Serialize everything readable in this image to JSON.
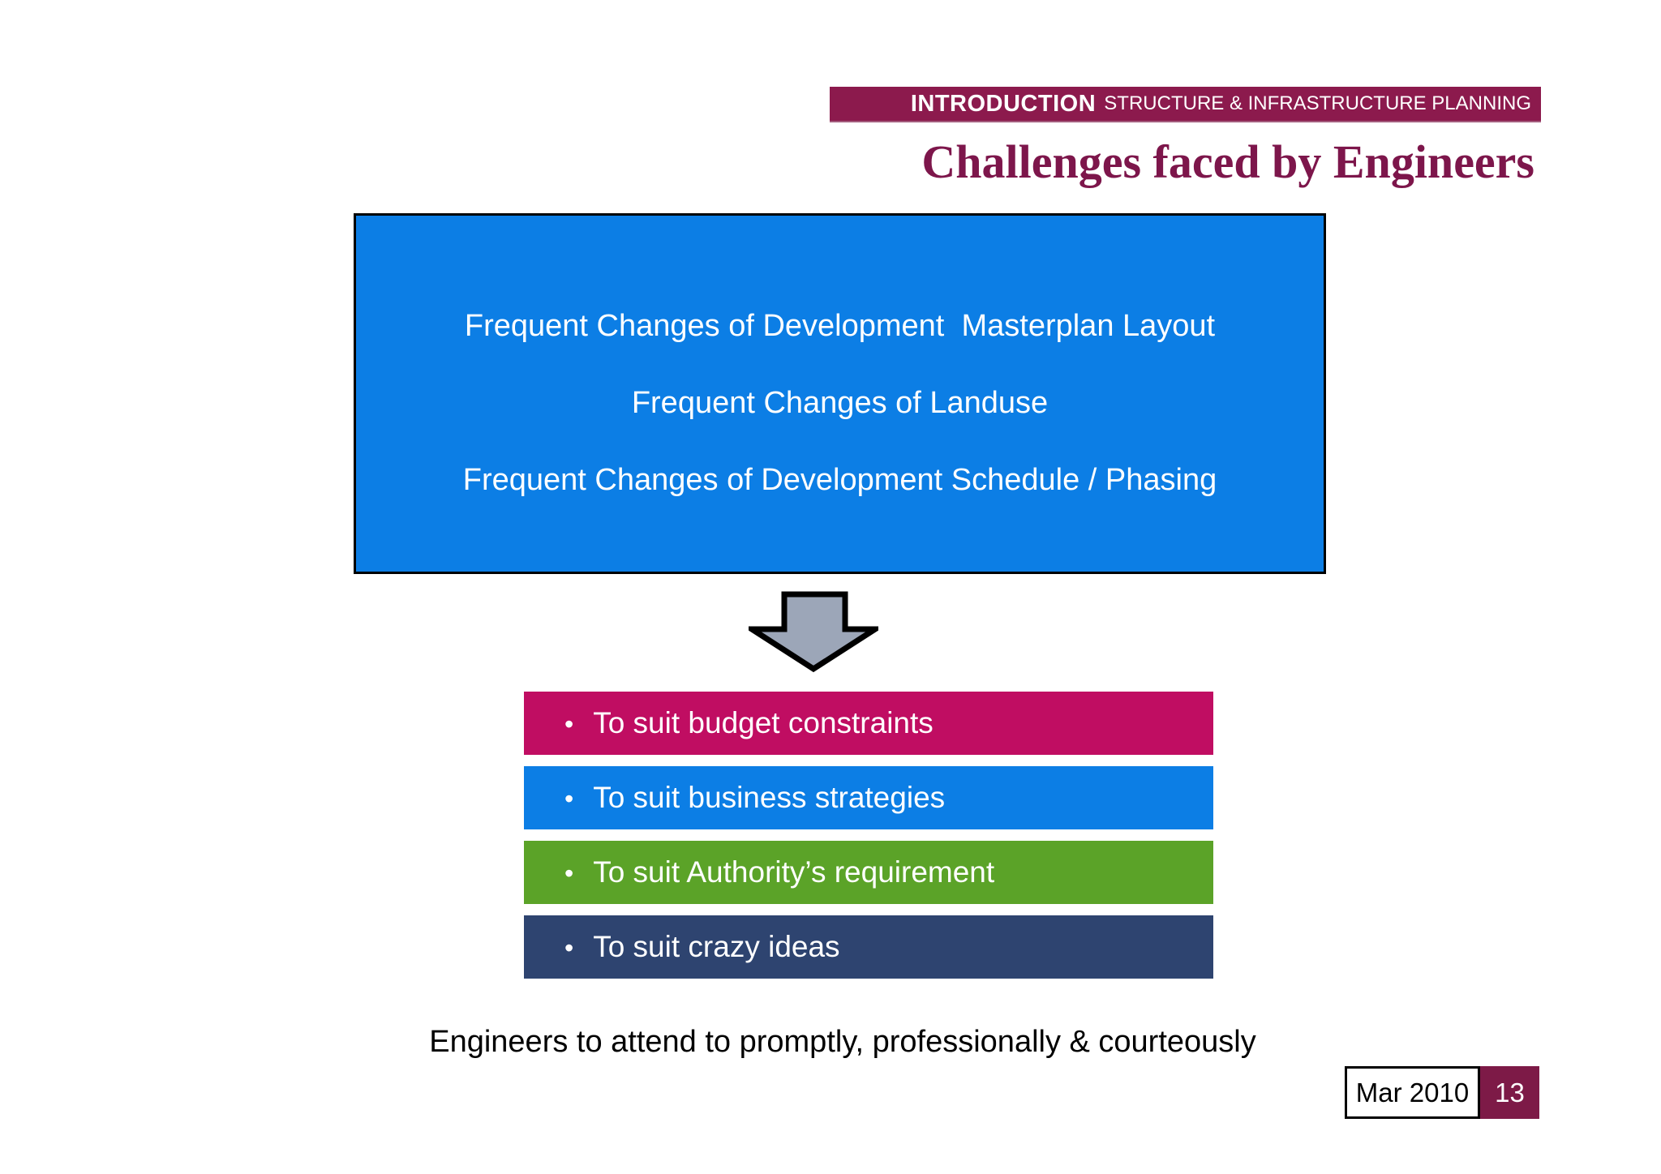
{
  "header": {
    "left_label": "INTRODUCTION",
    "right_label": "STRUCTURE & INFRASTRUCTURE PLANNING",
    "bar_color": "#8C1A4D"
  },
  "title": {
    "text": "Challenges faced by Engineers",
    "color": "#7D164B"
  },
  "challenge_box": {
    "color": "#0C7EE5",
    "lines": [
      "Frequent Changes of Development  Masterplan Layout",
      "Frequent Changes of Landuse",
      "Frequent Changes of Development Schedule / Phasing"
    ]
  },
  "arrow": {
    "fill": "#9CA6B8",
    "outline": "#000000"
  },
  "bullet_char": "•",
  "bullet_bars": [
    {
      "label": "To suit budget constraints",
      "color": "#C00D62"
    },
    {
      "label": "To suit business strategies",
      "color": "#0C7EE5"
    },
    {
      "label": "To suit Authority’s requirement",
      "color": "#5BA328"
    },
    {
      "label": "To suit crazy ideas",
      "color": "#2E4470"
    }
  ],
  "closing_note": "Engineers to attend to promptly, professionally & courteously",
  "footer": {
    "date": "Mar 2010",
    "page": "13",
    "page_box_color": "#7D1A47"
  }
}
